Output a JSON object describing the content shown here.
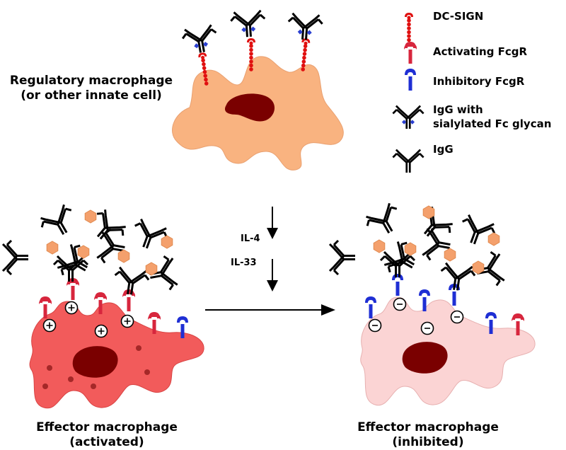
{
  "legend": {
    "items": [
      {
        "key": "dc-sign",
        "label": "DC-SIGN",
        "icon": "dc-sign-receptor-icon"
      },
      {
        "key": "activating",
        "label": "Activating FcgR",
        "icon": "activating-fcgr-icon"
      },
      {
        "key": "inhibitory",
        "label": "Inhibitory FcgR",
        "icon": "inhibitory-fcgr-icon"
      },
      {
        "key": "igg-sialylated",
        "label_line1": "IgG with",
        "label_line2": "sialylated Fc glycan",
        "icon": "sialylated-igg-icon"
      },
      {
        "key": "igg",
        "label": "IgG",
        "icon": "igg-antibody-icon"
      }
    ]
  },
  "regulatory": {
    "title_line1": "Regulatory macrophage",
    "title_line2": "(or other innate cell)"
  },
  "cytokines": {
    "first": "IL-4",
    "second": "IL-33"
  },
  "effector_activated": {
    "title_line1": "Effector macrophage",
    "title_line2": "(activated)"
  },
  "effector_inhibited": {
    "title_line1": "Effector macrophage",
    "title_line2": "(inhibited)"
  },
  "colors": {
    "regulatory_cell": "#f9b380",
    "activated_cell": "#f25b5b",
    "inhibited_cell": "#fbd4d4",
    "nucleus": "#7a0000",
    "activating_receptor": "#d7263d",
    "inhibitory_receptor": "#1f2fd4",
    "dc_sign": "#e01010",
    "antigen": "#f4a06c",
    "sialic_acid": "#2a3fd0"
  }
}
